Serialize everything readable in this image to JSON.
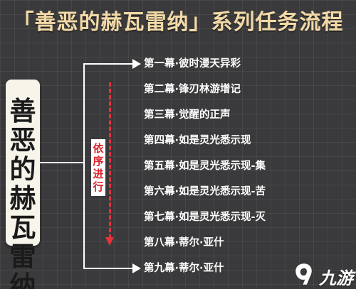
{
  "title": "「善恶的赫瓦雷纳」系列任务流程",
  "root_label": "善恶的赫瓦雷纳",
  "order_label": "依序进行",
  "chapters": [
    "第一幕·彼时漫天异彩",
    "第二幕·锋刃林游增记",
    "第三幕·觉醒的正声",
    "第四幕·如是灵光悉示现",
    "第五幕·如是灵光悉示现-集",
    "第六幕·如是灵光悉示现-苦",
    "第七幕·如是灵光悉示现-灭",
    "第八幕·蒂尔·亚什",
    "第九幕·蒂尔·亚什"
  ],
  "watermark": {
    "text": "九游",
    "icon": "jiuyou-logo-icon"
  },
  "colors": {
    "background": "#3a3a3c",
    "title": "#f2d9a6",
    "arrow": "#e8313a",
    "order_text": "#d8232a"
  }
}
